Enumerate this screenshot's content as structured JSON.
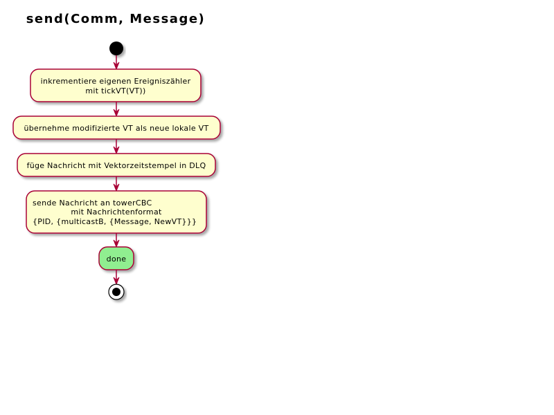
{
  "title": "send(Comm, Message)",
  "colors": {
    "node_fill": "#FEFECE",
    "node_border": "#A80036",
    "done_fill": "#90EE90",
    "arrow": "#A80036",
    "start": "#000000"
  },
  "nodes": {
    "increment": {
      "line1": "inkrementiere eigenen Ereigniszähler",
      "line2": "mit tickVT(VT))"
    },
    "adopt": {
      "line1": "übernehme modifizierte VT als neue lokale VT"
    },
    "enqueue": {
      "line1": "füge Nachricht mit Vektorzeitstempel in DLQ"
    },
    "send": {
      "line1": "sende Nachricht an towerCBC",
      "line2": "mit Nachrichtenformat",
      "line3": "{PID, {multicastB, {Message, NewVT}}}"
    },
    "done": {
      "line1": "done"
    }
  }
}
